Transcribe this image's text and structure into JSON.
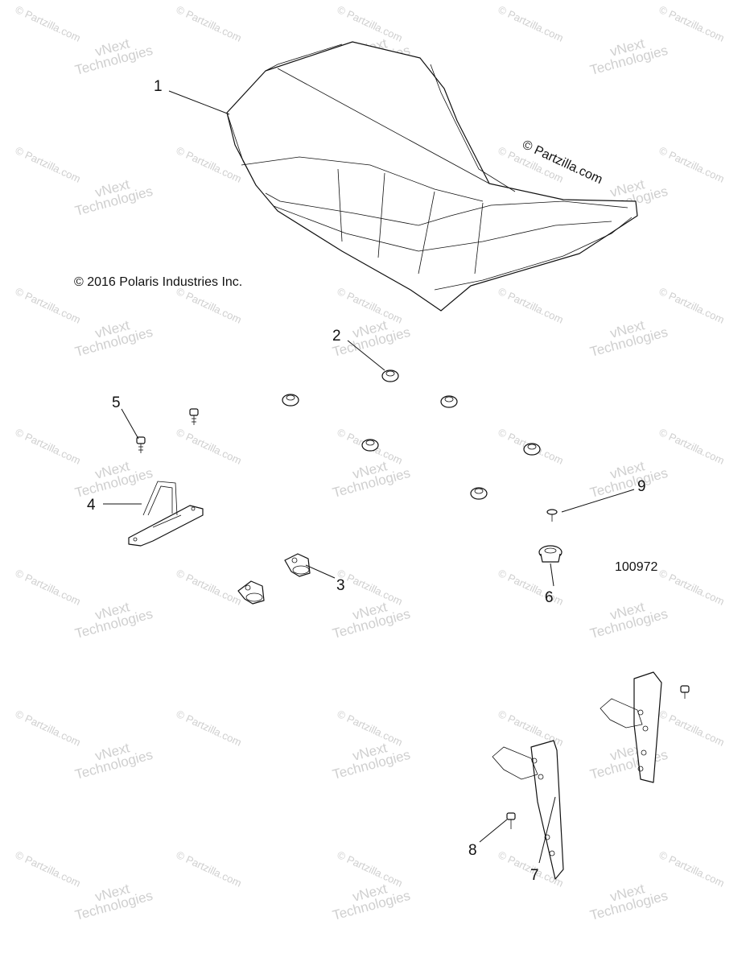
{
  "watermarks": {
    "vnext_line1": "vNext",
    "vnext_line2": "Technologies",
    "partzilla": "© Partzilla.com"
  },
  "copyrights": {
    "polaris": "© 2016 Polaris Industries Inc.",
    "partzilla": "© Partzilla.com"
  },
  "figure_id": "100972",
  "callouts": [
    "1",
    "2",
    "3",
    "4",
    "5",
    "6",
    "7",
    "8",
    "9"
  ],
  "colors": {
    "line": "#111111",
    "watermark": "#cfcfcf",
    "background": "#ffffff"
  }
}
